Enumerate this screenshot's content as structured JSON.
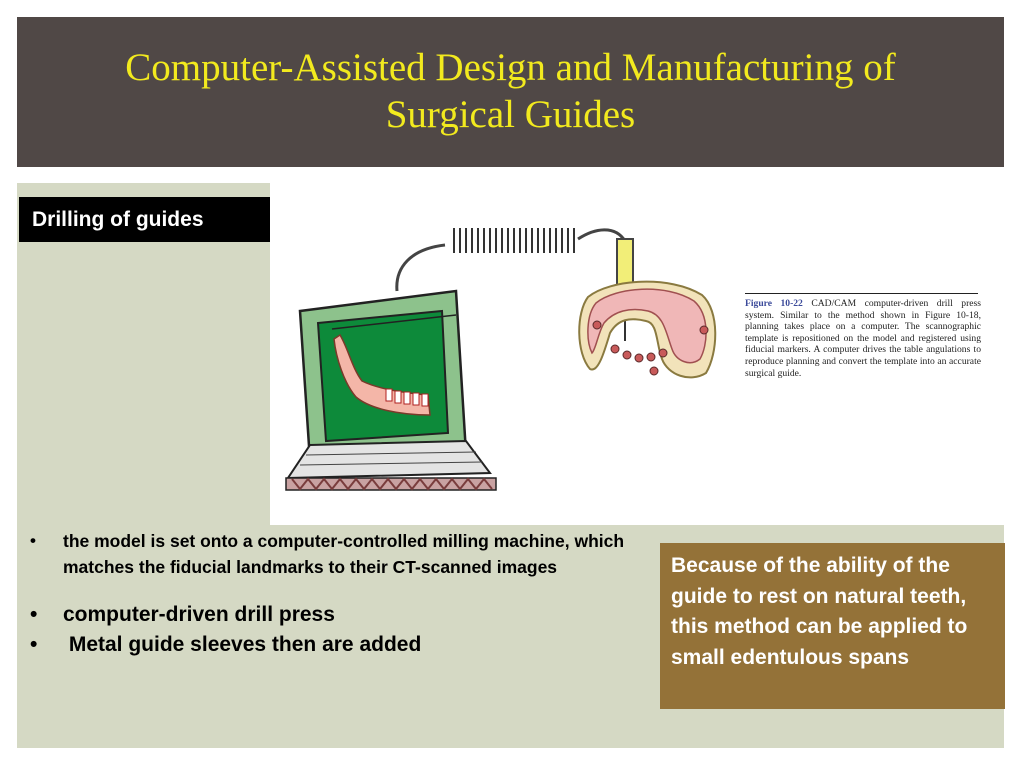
{
  "slide": {
    "title": "Computer-Assisted Design and Manufacturing of Surgical Guides",
    "section_label": "Drilling of guides"
  },
  "figure": {
    "caption_number": "Figure 10-22",
    "caption_text": "CAD/CAM computer-driven drill press system. Similar to the method shown in Figure 10-18, planning takes place on a computer. The scannographic template is repositioned on the model and registered using fiducial markers. A computer drives the table angulations to reproduce planning and convert the template into an accurate surgical guide."
  },
  "bullets": [
    {
      "symbol": "•",
      "text": "the model is set onto a computer-controlled milling machine, which matches the fiducial landmarks to their CT-scanned images"
    },
    {
      "symbol": "•",
      "text": "computer-driven drill press"
    },
    {
      "symbol": "•",
      "text": " Metal guide sleeves then are added"
    }
  ],
  "note": {
    "text": "Because of the ability of the guide to rest on natural teeth, this method can be applied to small edentulous spans"
  },
  "colors": {
    "title_bg": "#504846",
    "title_text": "#f2ea1e",
    "content_bg": "#d5d9c4",
    "note_bg": "#947238",
    "monitor_green": "#8dc28c",
    "drill_yellow": "#f2ee78"
  }
}
